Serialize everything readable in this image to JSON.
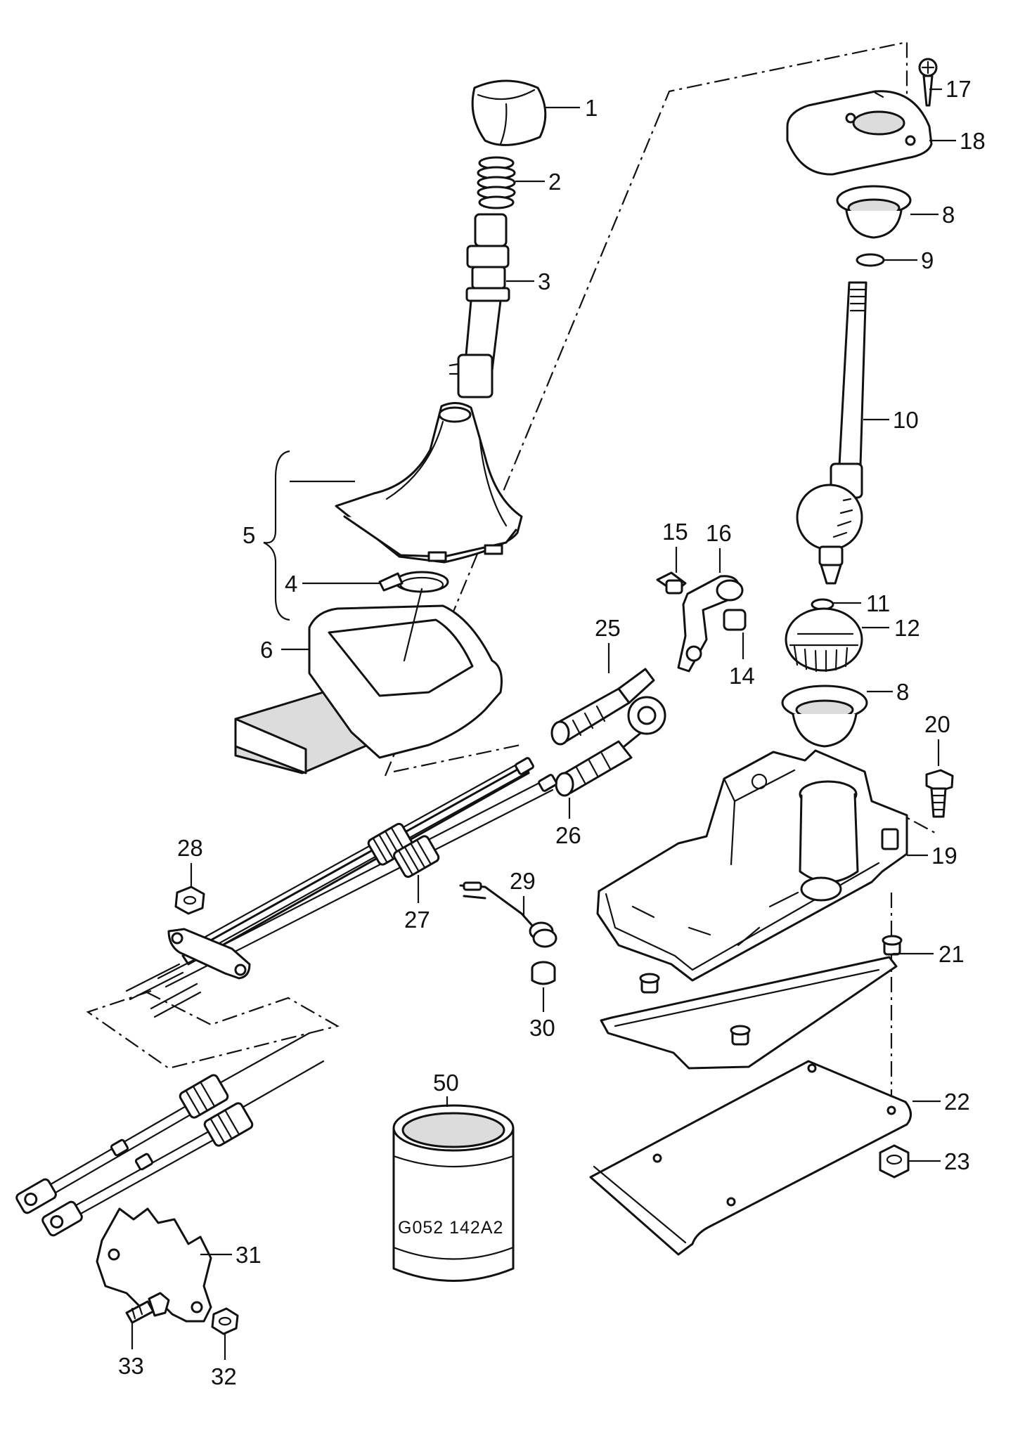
{
  "diagram": {
    "title": "Gear shift mechanism exploded view",
    "callouts": {
      "c1": "1",
      "c2": "2",
      "c3": "3",
      "c4": "4",
      "c5": "5",
      "c6": "6",
      "c8a": "8",
      "c8b": "8",
      "c9": "9",
      "c10": "10",
      "c11": "11",
      "c12": "12",
      "c14": "14",
      "c15": "15",
      "c16": "16",
      "c17": "17",
      "c18": "18",
      "c19": "19",
      "c20": "20",
      "c21": "21",
      "c22": "22",
      "c23": "23",
      "c25": "25",
      "c26": "26",
      "c27": "27",
      "c28": "28",
      "c29": "29",
      "c30": "30",
      "c31": "31",
      "c32": "32",
      "c33": "33",
      "c50": "50"
    },
    "grease_can_label": "G052 142A2"
  }
}
